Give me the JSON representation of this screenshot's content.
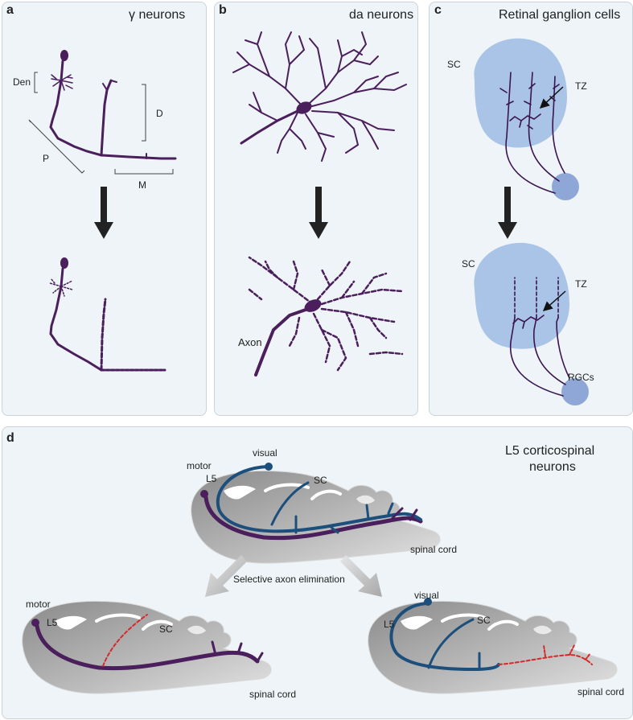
{
  "colors": {
    "axon_purple": "#4a1f5c",
    "axon_blue": "#1d4f7c",
    "eliminated_red": "#d42a2a",
    "tectum_blue": "#a9c4e6",
    "rgc_blue": "#8fa7d6",
    "panel_bg": "#eef4f7",
    "arrow_dark": "#222222"
  },
  "panel_a": {
    "label": "a",
    "title": "γ neurons",
    "den": "Den",
    "d": "D",
    "p": "P",
    "m": "M"
  },
  "panel_b": {
    "label": "b",
    "title": "da neurons",
    "axon": "Axon"
  },
  "panel_c": {
    "label": "c",
    "title": "Retinal ganglion cells",
    "sc_top": "SC",
    "tz_top": "TZ",
    "sc_bottom": "SC",
    "tz_bottom": "TZ",
    "rgcs": "RGCs"
  },
  "panel_d": {
    "label": "d",
    "title_line1": "L5 corticospinal",
    "title_line2": "neurons",
    "top": {
      "motor": "motor",
      "l5": "L5",
      "visual": "visual",
      "sc": "SC",
      "spinal": "spinal cord"
    },
    "caption": "Selective axon elimination",
    "left": {
      "motor": "motor",
      "l5": "L5",
      "sc": "SC",
      "spinal": "spinal cord"
    },
    "right": {
      "visual": "visual",
      "l5": "L5",
      "sc": "SC",
      "spinal": "spinal cord"
    }
  }
}
